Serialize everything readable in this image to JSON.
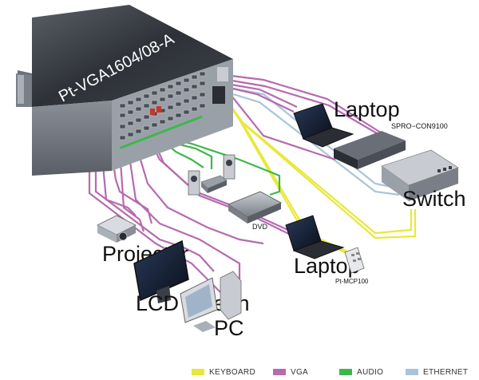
{
  "device": {
    "model": "Pt-VGA1604/08-A"
  },
  "labels": {
    "laptop_top": "Laptop",
    "spro": "SPRO−CON9100",
    "switch": "Switch",
    "dvd": "DVD",
    "projector": "Projector",
    "laptop_bottom": "Laptop",
    "mcp": "Pt-MCP100",
    "lcd": "LCD screen",
    "pc": "PC"
  },
  "legend": [
    {
      "label": "KEYBOARD",
      "color": "#e8e83a"
    },
    {
      "label": "VGA",
      "color": "#b66ab0"
    },
    {
      "label": "AUDIO",
      "color": "#3cb84a"
    },
    {
      "label": "ETHERNET",
      "color": "#a9c4da"
    }
  ],
  "colors": {
    "keyboard": "#e8e83a",
    "vga": "#b66ab0",
    "audio": "#3cb84a",
    "ethernet": "#a9c4da"
  }
}
